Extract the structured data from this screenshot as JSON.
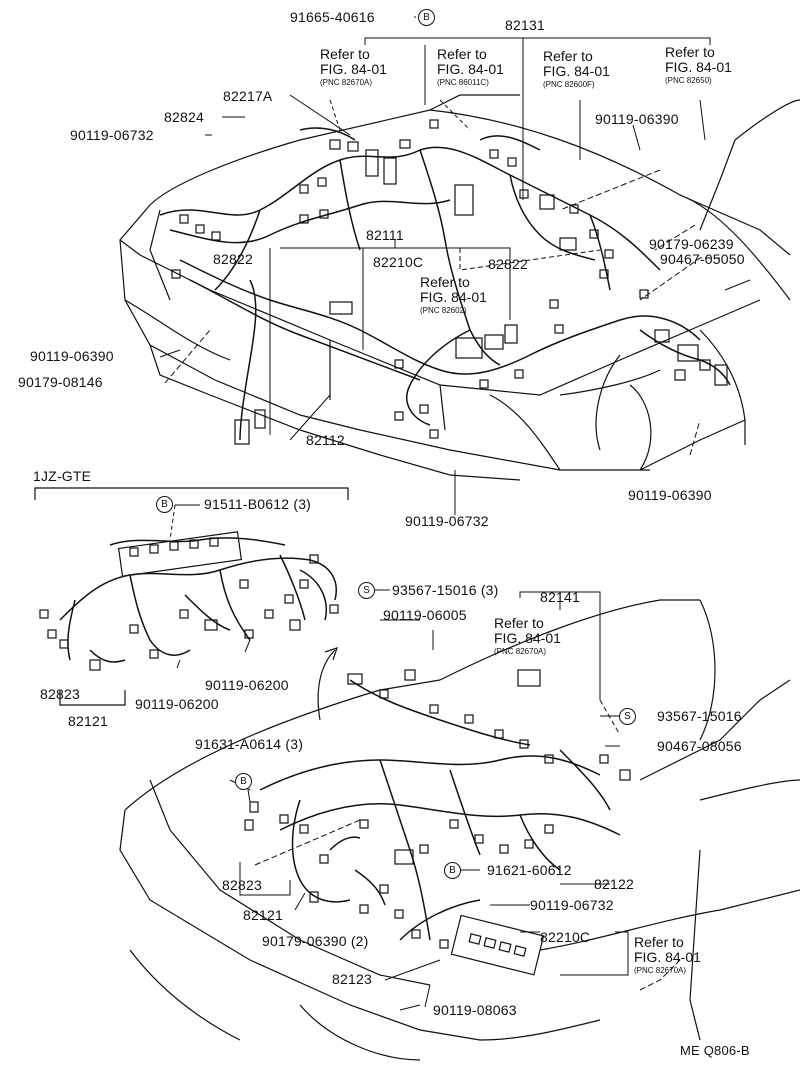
{
  "callouts": {
    "p91665": "91665-40616",
    "p82131": "82131",
    "p82217A": "82217A",
    "p82824": "82824",
    "p90119_06732_a": "90119-06732",
    "p90119_06390_a": "90119-06390",
    "p82111": "82111",
    "p82210C_a": "82210C",
    "p82822_a": "82822",
    "p82822_b": "82822",
    "p90179_06239": "90179-06239",
    "p90467_05050": "90467-05050",
    "p90119_06390_b": "90119-06390",
    "p90179_08146": "90179-08146",
    "p82112": "82112",
    "p90119_06390_c": "90119-06390",
    "p90119_06732_b": "90119-06732",
    "engine": "1JZ-GTE",
    "p91511": "91511-B0612 (3)",
    "p82823_a": "82823",
    "p82121_a": "82121",
    "p90119_06200_a": "90119-06200",
    "p90119_06200_b": "90119-06200",
    "p93567_15016_3": "93567-15016 (3)",
    "p82141": "82141",
    "p90119_06005": "90119-06005",
    "p93567_15016": "93567-15016",
    "p90467_08056": "90467-08056",
    "p91631": "91631-A0614 (3)",
    "p82823_b": "82823",
    "p82121_b": "82121",
    "p91621": "91621-60612",
    "p82122": "82122",
    "p90119_06732_c": "90119-06732",
    "p82210C_b": "82210C",
    "p90179_06390": "90179-06390 (2)",
    "p82123": "82123",
    "p90119_08063": "90119-08063"
  },
  "refs": {
    "r1": {
      "line1": "Refer to",
      "line2": "FIG. 84-01",
      "pnc": "(PNC 82670A)"
    },
    "r2": {
      "line1": "Refer to",
      "line2": "FIG. 84-01",
      "pnc": "(PNC 86011C)"
    },
    "r3": {
      "line1": "Refer to",
      "line2": "FIG. 84-01",
      "pnc": "(PNC 82600F)"
    },
    "r4": {
      "line1": "Refer to",
      "line2": "FIG. 84-01",
      "pnc": "(PNC 82650)"
    },
    "r5": {
      "line1": "Refer to",
      "line2": "FIG. 84-01",
      "pnc": "(PNC 82602)"
    },
    "r6": {
      "line1": "Refer to",
      "line2": "FIG. 84-01",
      "pnc": "(PNC 82670A)"
    },
    "r7": {
      "line1": "Refer to",
      "line2": "FIG. 84-01",
      "pnc": "(PNC 82670A)"
    }
  },
  "badges": {
    "b": "B",
    "s": "S"
  },
  "footer": {
    "code": "ME Q806-B"
  }
}
